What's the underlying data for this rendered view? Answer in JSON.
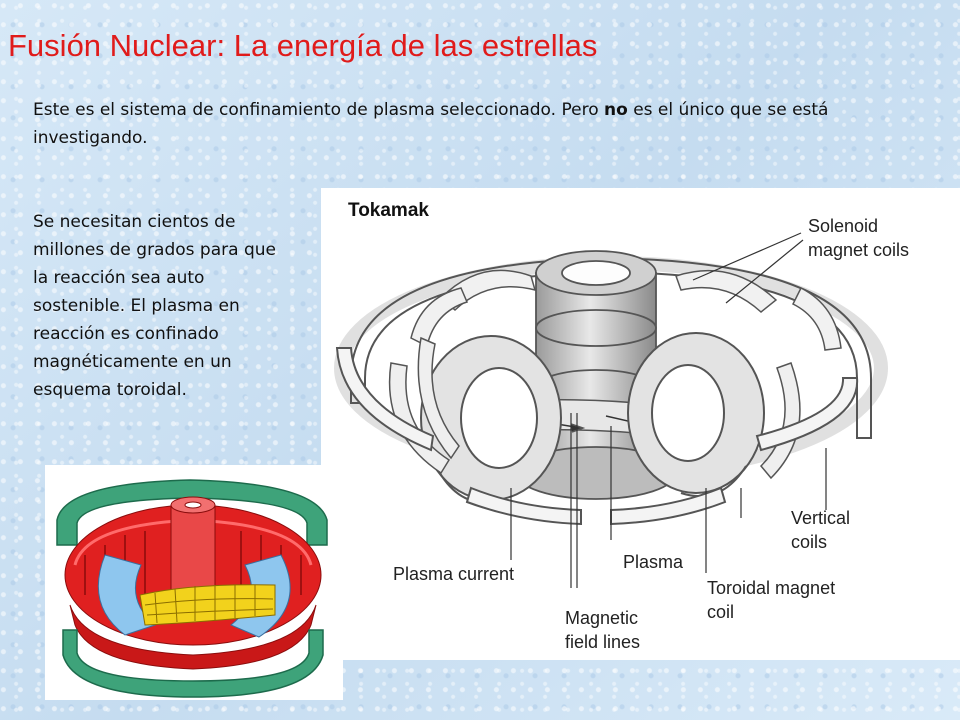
{
  "slide": {
    "title": "Fusión Nuclear: La energía de las estrellas",
    "intro": {
      "before": "Este es el sistema de confinamiento de plasma seleccionado. Pero ",
      "emphasis": "no",
      "after": " es el único que se está investigando."
    },
    "side_text": "Se necesitan cientos de millones de grados para que la reacción sea auto sostenible. El plasma en reacción es confinado magnéticamente en un esquema toroidal."
  },
  "diagram": {
    "title": "Tokamak",
    "labels": {
      "solenoid_1": "Solenoid",
      "solenoid_2": "magnet coils",
      "vertical_1": "Vertical",
      "vertical_2": "coils",
      "plasma": "Plasma",
      "plasma_current": "Plasma current",
      "toroidal_1": "Toroidal magnet",
      "toroidal_2": "coil",
      "magnetic_1": "Magnetic",
      "magnetic_2": "field lines"
    }
  },
  "colors": {
    "title": "#e01b1b",
    "coil_red": "#e02020",
    "ring_green": "#3ea37a",
    "plasma_yellow": "#f2d21c",
    "vessel_blue": "#8ec6ee"
  }
}
